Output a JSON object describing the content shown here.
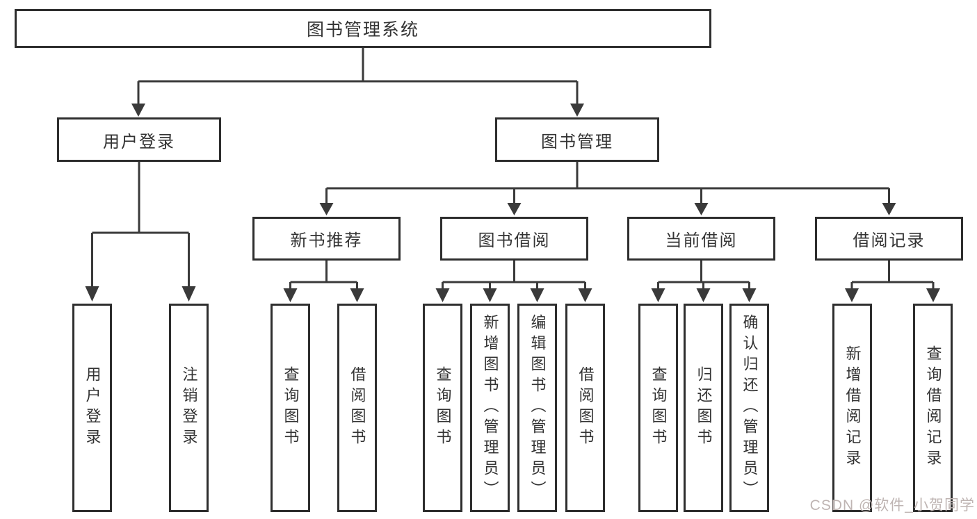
{
  "diagram_title": "图书管理系统",
  "colors": {
    "line": "#3a3a3a",
    "box_border": "#2e2e2e",
    "text": "#333333",
    "watermark": "#bfb5b3"
  },
  "tree": {
    "label": "图书管理系统",
    "children": [
      {
        "label": "用户登录",
        "children": [
          {
            "label": "用户登录"
          },
          {
            "label": "注销登录"
          }
        ]
      },
      {
        "label": "图书管理",
        "children": [
          {
            "label": "新书推荐",
            "children": [
              {
                "label": "查询图书"
              },
              {
                "label": "借阅图书"
              }
            ]
          },
          {
            "label": "图书借阅",
            "children": [
              {
                "label": "查询图书"
              },
              {
                "label": "新增图书（管理员）"
              },
              {
                "label": "编辑图书（管理员）"
              },
              {
                "label": "借阅图书"
              }
            ]
          },
          {
            "label": "当前借阅",
            "children": [
              {
                "label": "查询图书"
              },
              {
                "label": "归还图书"
              },
              {
                "label": "确认归还（管理员）"
              }
            ]
          },
          {
            "label": "借阅记录",
            "children": [
              {
                "label": "新增借阅记录"
              },
              {
                "label": "查询借阅记录"
              }
            ]
          }
        ]
      }
    ]
  },
  "watermark": {
    "text": "CSDN @软件_小贺同学"
  }
}
